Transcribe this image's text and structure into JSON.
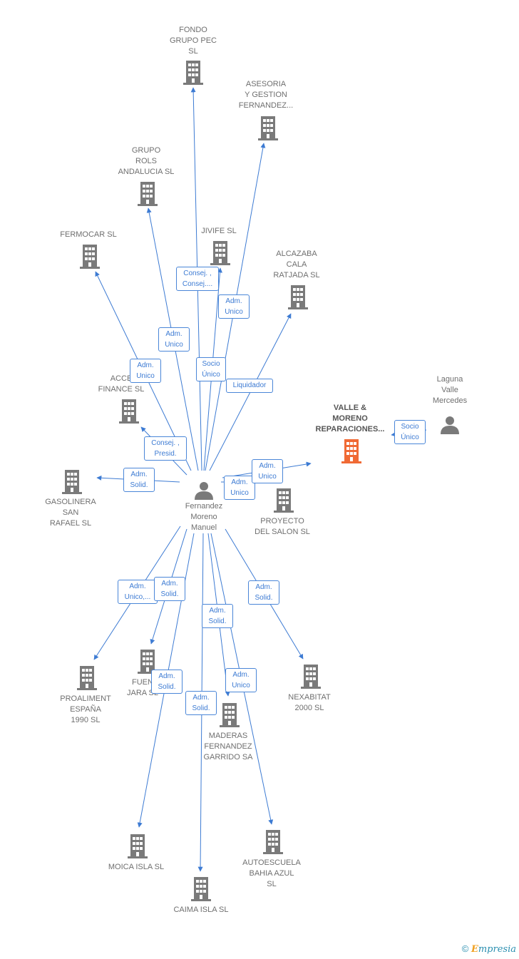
{
  "center": {
    "name": "Fernandez\nMoreno\nManuel"
  },
  "person": {
    "name": "Laguna\nValle\nMercedes"
  },
  "companies": [
    {
      "id": "fondo",
      "name": "FONDO\nGRUPO PEC\nSL"
    },
    {
      "id": "asesoria",
      "name": "ASESORIA\nY GESTION\nFERNANDEZ..."
    },
    {
      "id": "rols",
      "name": "GRUPO\nROLS\nANDALUCIA  SL"
    },
    {
      "id": "jivife",
      "name": "JIVIFE SL"
    },
    {
      "id": "fermocar",
      "name": "FERMOCAR SL"
    },
    {
      "id": "alcazaba",
      "name": "ALCAZABA\nCALA\nRATJADA SL"
    },
    {
      "id": "acce",
      "name": "ACCE\nFINANCE  SL"
    },
    {
      "id": "valle",
      "name": "VALLE &\nMORENO\nREPARACIONES...",
      "highlight": true
    },
    {
      "id": "gasolinera",
      "name": "GASOLINERA\nSAN\nRAFAEL  SL"
    },
    {
      "id": "proyecto",
      "name": "PROYECTO\nDEL SALON SL"
    },
    {
      "id": "proaliment",
      "name": "PROALIMENT\nESPAÑA\n1990  SL"
    },
    {
      "id": "fuen",
      "name": "FUEN\nJARA SL"
    },
    {
      "id": "maderas",
      "name": "MADERAS\nFERNANDEZ\nGARRIDO SA"
    },
    {
      "id": "nexabitat",
      "name": "NEXABITAT\n2000  SL"
    },
    {
      "id": "moica",
      "name": "MOICA ISLA SL"
    },
    {
      "id": "caima",
      "name": "CAIMA ISLA SL"
    },
    {
      "id": "autoescuela",
      "name": "AUTOESCUELA\nBAHIA AZUL\nSL"
    }
  ],
  "edges": [
    {
      "id": "e-consej-1",
      "label": "Consej. ,\nConsej...."
    },
    {
      "id": "e-adm-asesoria",
      "label": "Adm.\nUnico"
    },
    {
      "id": "e-adm-rols",
      "label": "Adm.\nUnico"
    },
    {
      "id": "e-adm-fermocar",
      "label": "Adm.\nUnico"
    },
    {
      "id": "e-socio-jivife",
      "label": "Socio\nÚnico"
    },
    {
      "id": "e-liquidador",
      "label": "Liquidador"
    },
    {
      "id": "e-consej-acce",
      "label": "Consej. ,\nPresid."
    },
    {
      "id": "e-adm-solid-gas",
      "label": "Adm.\nSolid."
    },
    {
      "id": "e-adm-proyecto",
      "label": "Adm.\nUnico"
    },
    {
      "id": "e-adm-valle",
      "label": "Adm.\nUnico"
    },
    {
      "id": "e-socio-valle",
      "label": "Socio\nÚnico"
    },
    {
      "id": "e-adm-proaliment",
      "label": "Adm.\nUnico,..."
    },
    {
      "id": "e-adm-fuen",
      "label": "Adm.\nSolid."
    },
    {
      "id": "e-adm-nexabitat",
      "label": "Adm.\nSolid."
    },
    {
      "id": "e-adm-maderas-s",
      "label": "Adm.\nSolid."
    },
    {
      "id": "e-adm-moica",
      "label": "Adm.\nSolid."
    },
    {
      "id": "e-adm-maderas-u",
      "label": "Adm.\nUnico"
    },
    {
      "id": "e-adm-caima",
      "label": "Adm.\nSolid."
    }
  ],
  "footer": {
    "symbol": "©",
    "brand_first": "E",
    "brand_rest": "mpresia"
  },
  "colors": {
    "edge": "#3d7bd3",
    "building": "#7a7a7a",
    "highlight": "#f06a35",
    "person": "#7a7a7a"
  }
}
